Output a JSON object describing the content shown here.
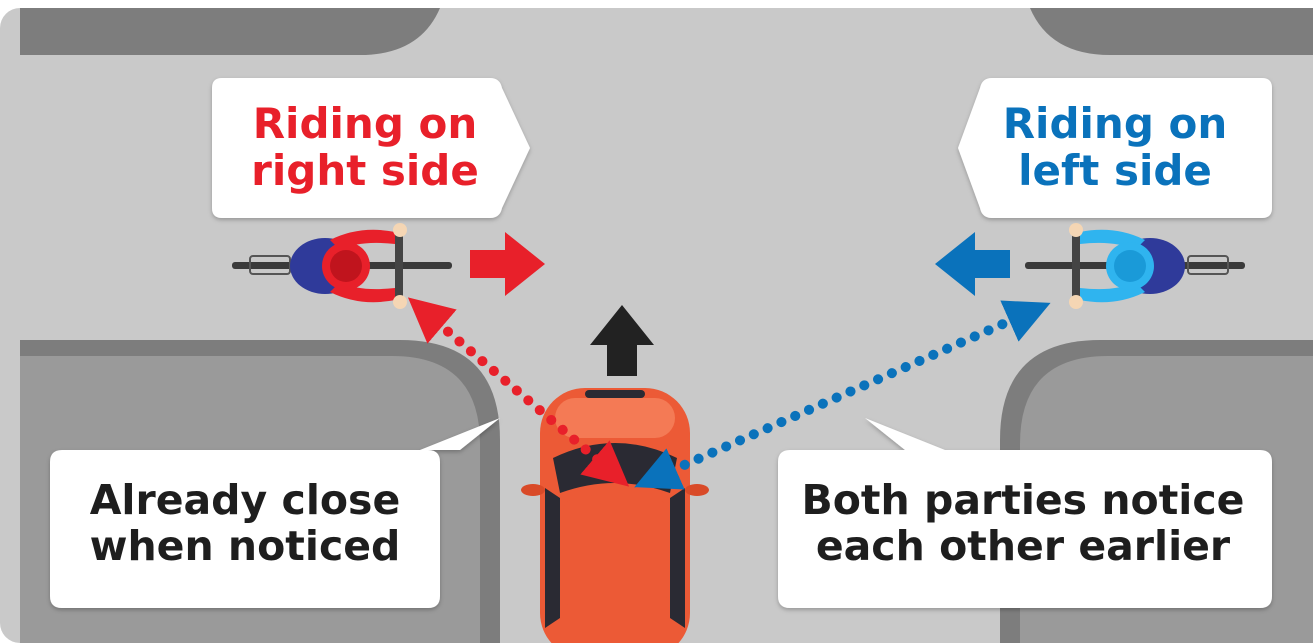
{
  "colors": {
    "road": "#c9c9c9",
    "sidewalk": "#7d7d7d",
    "curb": "#9a9a9a",
    "wrong_side": "#e8202a",
    "right_side": "#0a72bb",
    "car": "#ec5a36",
    "text_dark": "#1e1e1e"
  },
  "labels": {
    "riding_right": {
      "line1": "Riding on",
      "line2": "right side"
    },
    "riding_left": {
      "line1": "Riding on",
      "line2": "left side"
    },
    "already_close": {
      "line1": "Already close",
      "line2": "when noticed"
    },
    "both_notice": {
      "line1": "Both parties notice",
      "line2": "each other earlier"
    }
  },
  "icons": [
    "bicycle-rider-red",
    "bicycle-rider-blue",
    "car-top-view",
    "arrow-right",
    "arrow-left",
    "arrow-up",
    "dotted-sightline-red",
    "dotted-sightline-blue"
  ]
}
